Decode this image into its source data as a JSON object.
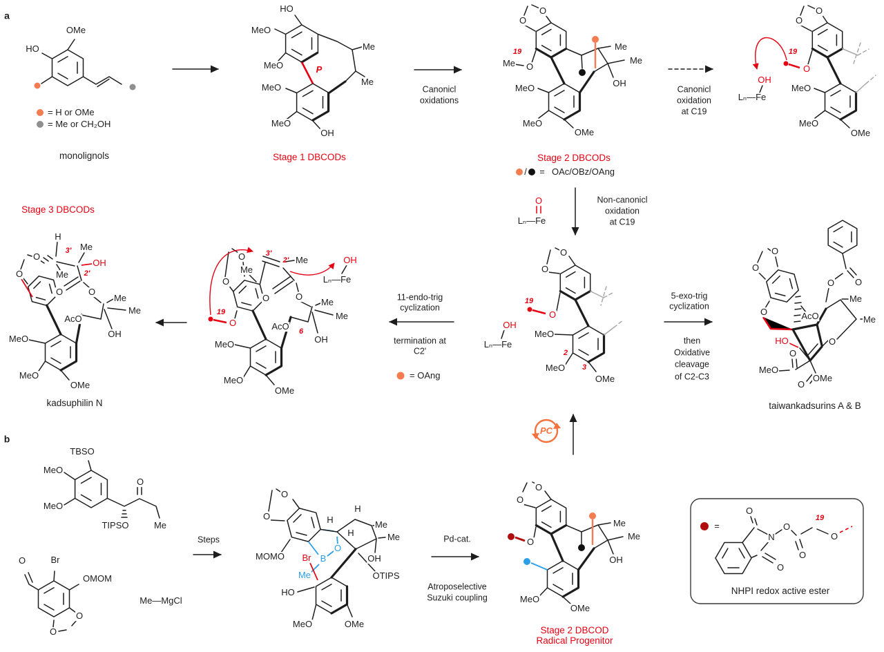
{
  "panel": {
    "a": "a",
    "b": "b"
  },
  "atoms": {
    "OMe": "OMe",
    "MeO": "MeO",
    "HO": "HO",
    "OH": "OH",
    "Me": "Me",
    "O": "O",
    "H": "H",
    "N": "N",
    "AcO": "AcO",
    "Br": "Br",
    "B": "B",
    "TBSO": "TBSO",
    "TIPSO": "TIPSO",
    "OTIPS": "OTIPS",
    "OMOM": "OMOM",
    "MOMO": "MOMO",
    "LnFe": "Lₙ—Fe",
    "MeMgCl": "Me—MgCl"
  },
  "locants": {
    "c19": "19",
    "c2": "2",
    "c3": "3",
    "c6": "6",
    "c2p": "2'",
    "c3p": "3'",
    "p": "P"
  },
  "captions": {
    "monolignols": "monolignols",
    "stage1": "Stage 1 DBCODs",
    "stage2": "Stage 2 DBCODs",
    "stage3": "Stage 3 DBCODs",
    "kadsuphilinN": "kadsuphilin N",
    "taiwankadsurins": "taiwankadsurins A & B",
    "progenitor_l1": "Stage 2 DBCOD",
    "progenitor_l2": "Radical Progenitor",
    "nhpi": "NHPI redox active ester",
    "pc": "PC"
  },
  "legends": {
    "orange_eq": "= H or OMe",
    "gray_eq": "= Me or CH₂OH",
    "slash": "/",
    "eq": "=",
    "oac_list": "OAc/OBz/OAng",
    "oang_eq": "= OAng"
  },
  "arrows": {
    "canonical_ox": {
      "l1": "Canonicl",
      "l2": "oxidations"
    },
    "canonical_c19": {
      "l1": "Canonicl",
      "l2": "oxidation",
      "l3": "at C19"
    },
    "noncanonical_c19": {
      "l1": "Non-canonicl",
      "l2": "oxidation",
      "l3": "at C19"
    },
    "endo": {
      "l1": "11-endo-trig",
      "l2": "cyclization",
      "l3": "termination at",
      "l4": "C2'"
    },
    "exo": {
      "l1": "5-exo-trig",
      "l2": "cyclization",
      "l3": "then",
      "l4": "Oxidative",
      "l5": "cleavage",
      "l6": "of C2-C3"
    },
    "steps": "Steps",
    "pdcat": "Pd-cat.",
    "suzuki_l1": "Atroposelective",
    "suzuki_l2": "Suzuki coupling"
  },
  "colors": {
    "red": "#e60012",
    "orange": "#f57c50",
    "gray_dot": "#8f8f8f",
    "blue": "#2b9fe8",
    "dark_red": "#b00d0d",
    "bond": "#1d1d1d"
  }
}
